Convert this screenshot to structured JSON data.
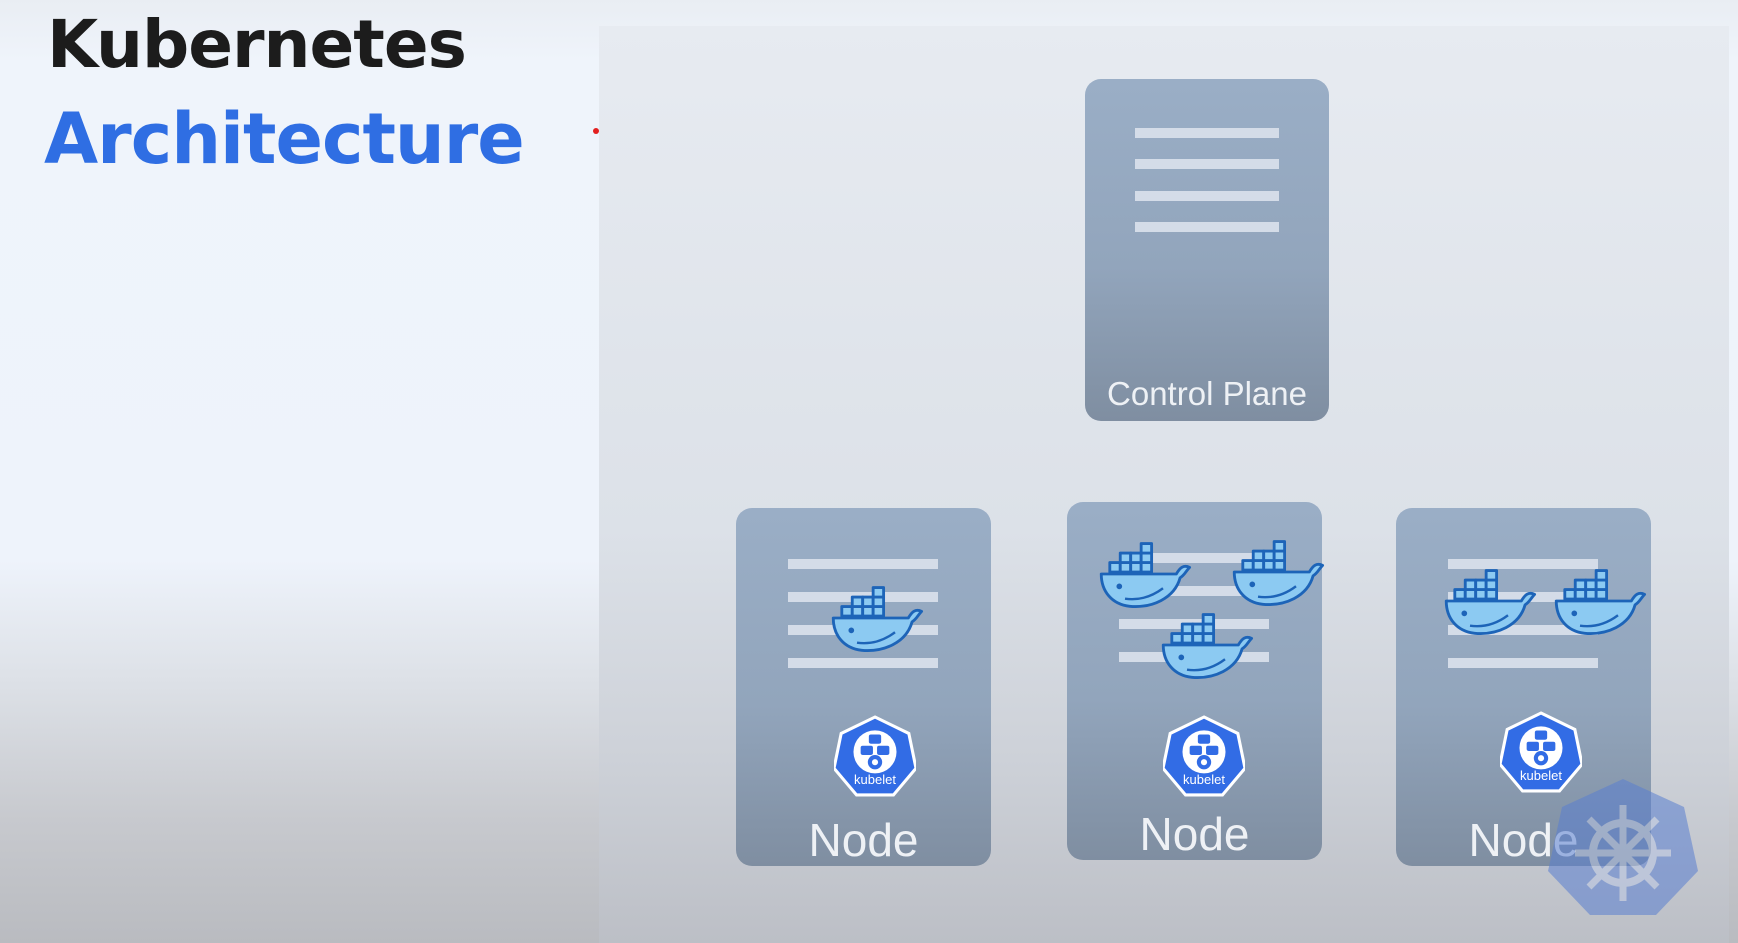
{
  "title": {
    "line1": "Kubernetes",
    "line2": "Architecture"
  },
  "control_plane": {
    "label": "Control Plane"
  },
  "nodes": [
    {
      "label": "Node",
      "kubelet_label": "kubelet",
      "containers": 1
    },
    {
      "label": "Node",
      "kubelet_label": "kubelet",
      "containers": 3
    },
    {
      "label": "Node",
      "kubelet_label": "kubelet",
      "containers": 2
    }
  ],
  "icons": {
    "container": "docker-whale-icon",
    "agent": "kubelet-icon",
    "watermark": "kubernetes-helm-icon"
  },
  "colors": {
    "title_dark": "#1c1c1c",
    "title_accent": "#2f6ee3",
    "card": "#97aac2",
    "docker_blue": "#7cc1ee",
    "kubelet_blue": "#326ce5"
  }
}
